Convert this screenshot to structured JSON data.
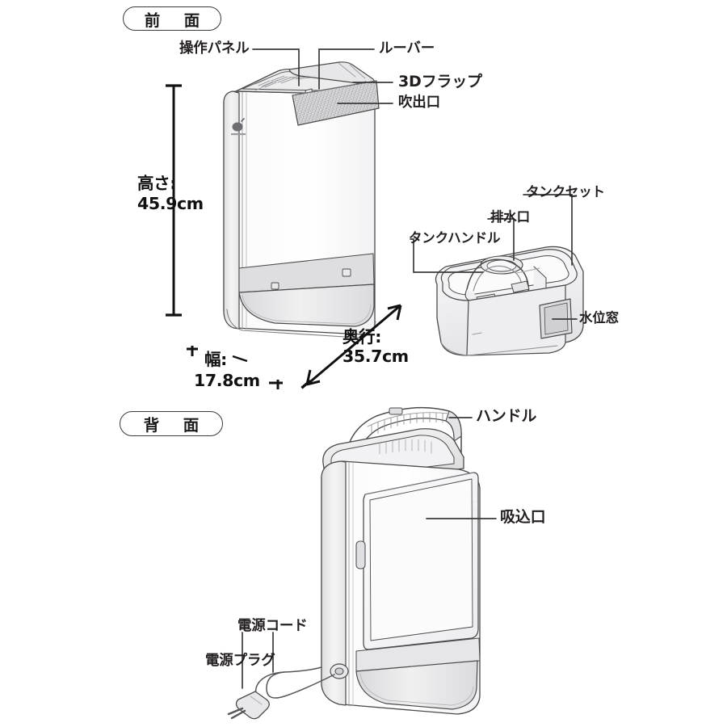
{
  "diagram": {
    "title_front": "前面",
    "title_back": "背面",
    "product": "dehumidifier"
  },
  "sections": [
    {
      "key": "front",
      "badge": "前　面"
    },
    {
      "key": "back",
      "badge": "背　面"
    }
  ],
  "front_callouts": [
    {
      "name": "control-panel",
      "label": "操作パネル"
    },
    {
      "name": "louver",
      "label": "ルーバー"
    },
    {
      "name": "3d-flap",
      "label": "3Dフラップ"
    },
    {
      "name": "air-outlet",
      "label": "吹出口"
    }
  ],
  "tank_callouts": [
    {
      "name": "tank-set",
      "label": "タンクセット"
    },
    {
      "name": "drain-port",
      "label": "排水口"
    },
    {
      "name": "tank-handle",
      "label": "タンクハンドル"
    },
    {
      "name": "water-level-window",
      "label": "水位窓"
    }
  ],
  "back_callouts": [
    {
      "name": "handle",
      "label": "ハンドル"
    },
    {
      "name": "air-intake",
      "label": "吸込口"
    },
    {
      "name": "power-cord",
      "label": "電源コード"
    },
    {
      "name": "power-plug",
      "label": "電源プラグ"
    }
  ],
  "dimensions": {
    "height_label": "高さ:",
    "height_value": "45.9cm",
    "width_label": "幅:",
    "width_value": "17.8cm",
    "depth_label": "奥行:",
    "depth_value": "35.7cm"
  },
  "colors": {
    "line": "#4a4a4a",
    "text": "#231f20",
    "body_fill": "#fdfdfd",
    "shade_light": "#f0f0f1",
    "shade_mid": "#e2e2e4",
    "shade_dark": "#cfcfd2",
    "background": "#ffffff"
  }
}
